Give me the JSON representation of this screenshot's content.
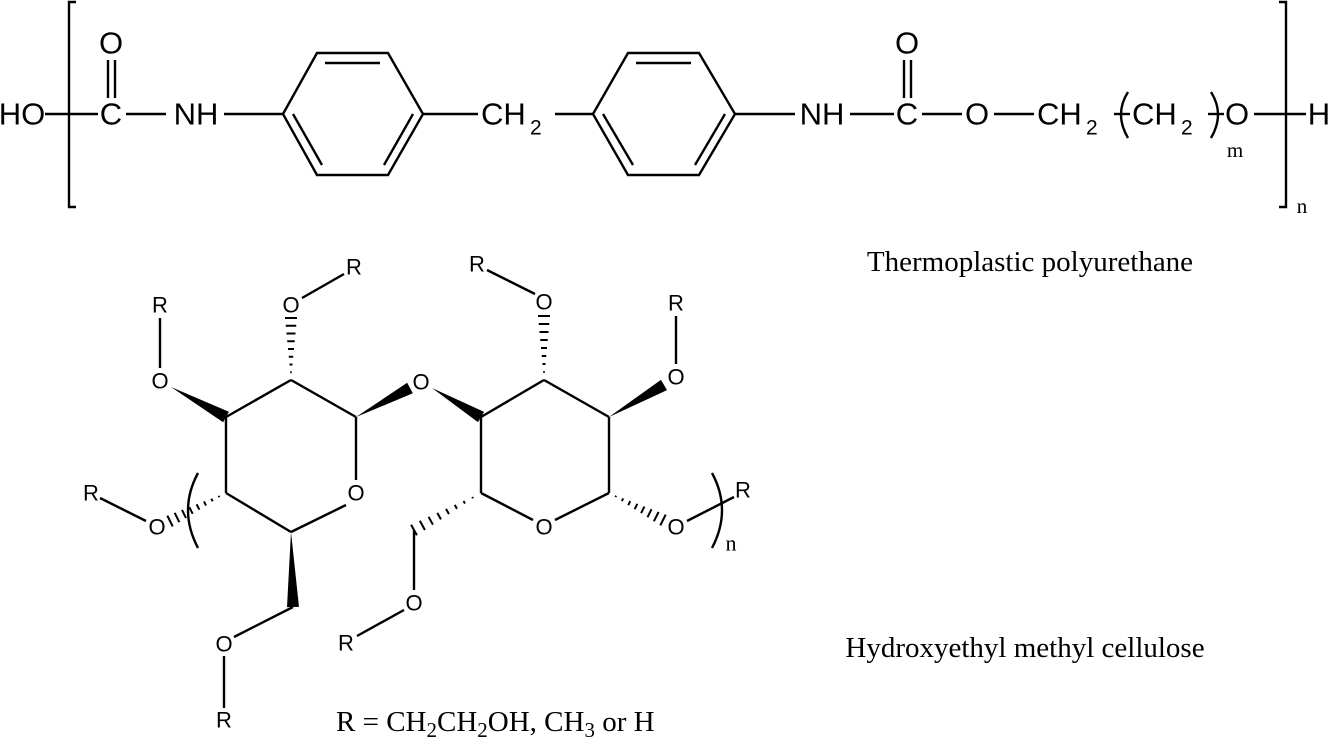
{
  "tpu": {
    "ho": "HO",
    "c": "C",
    "o": "O",
    "nh": "NH",
    "ch": "CH",
    "sub": "2",
    "h": "H",
    "m": "m",
    "n": "n",
    "caption": "Thermoplastic polyurethane"
  },
  "hemc": {
    "r": "R",
    "o": "O",
    "n": "n",
    "caption": "Hydroxyethyl methyl cellulose",
    "legend": {
      "p1": "R = CH",
      "s1": "2",
      "p2": "CH",
      "s2": "2",
      "p3": "OH, CH",
      "s3": "3",
      "p4": " or H"
    }
  },
  "colors": {
    "ink": "#000000",
    "background": "#ffffff"
  }
}
